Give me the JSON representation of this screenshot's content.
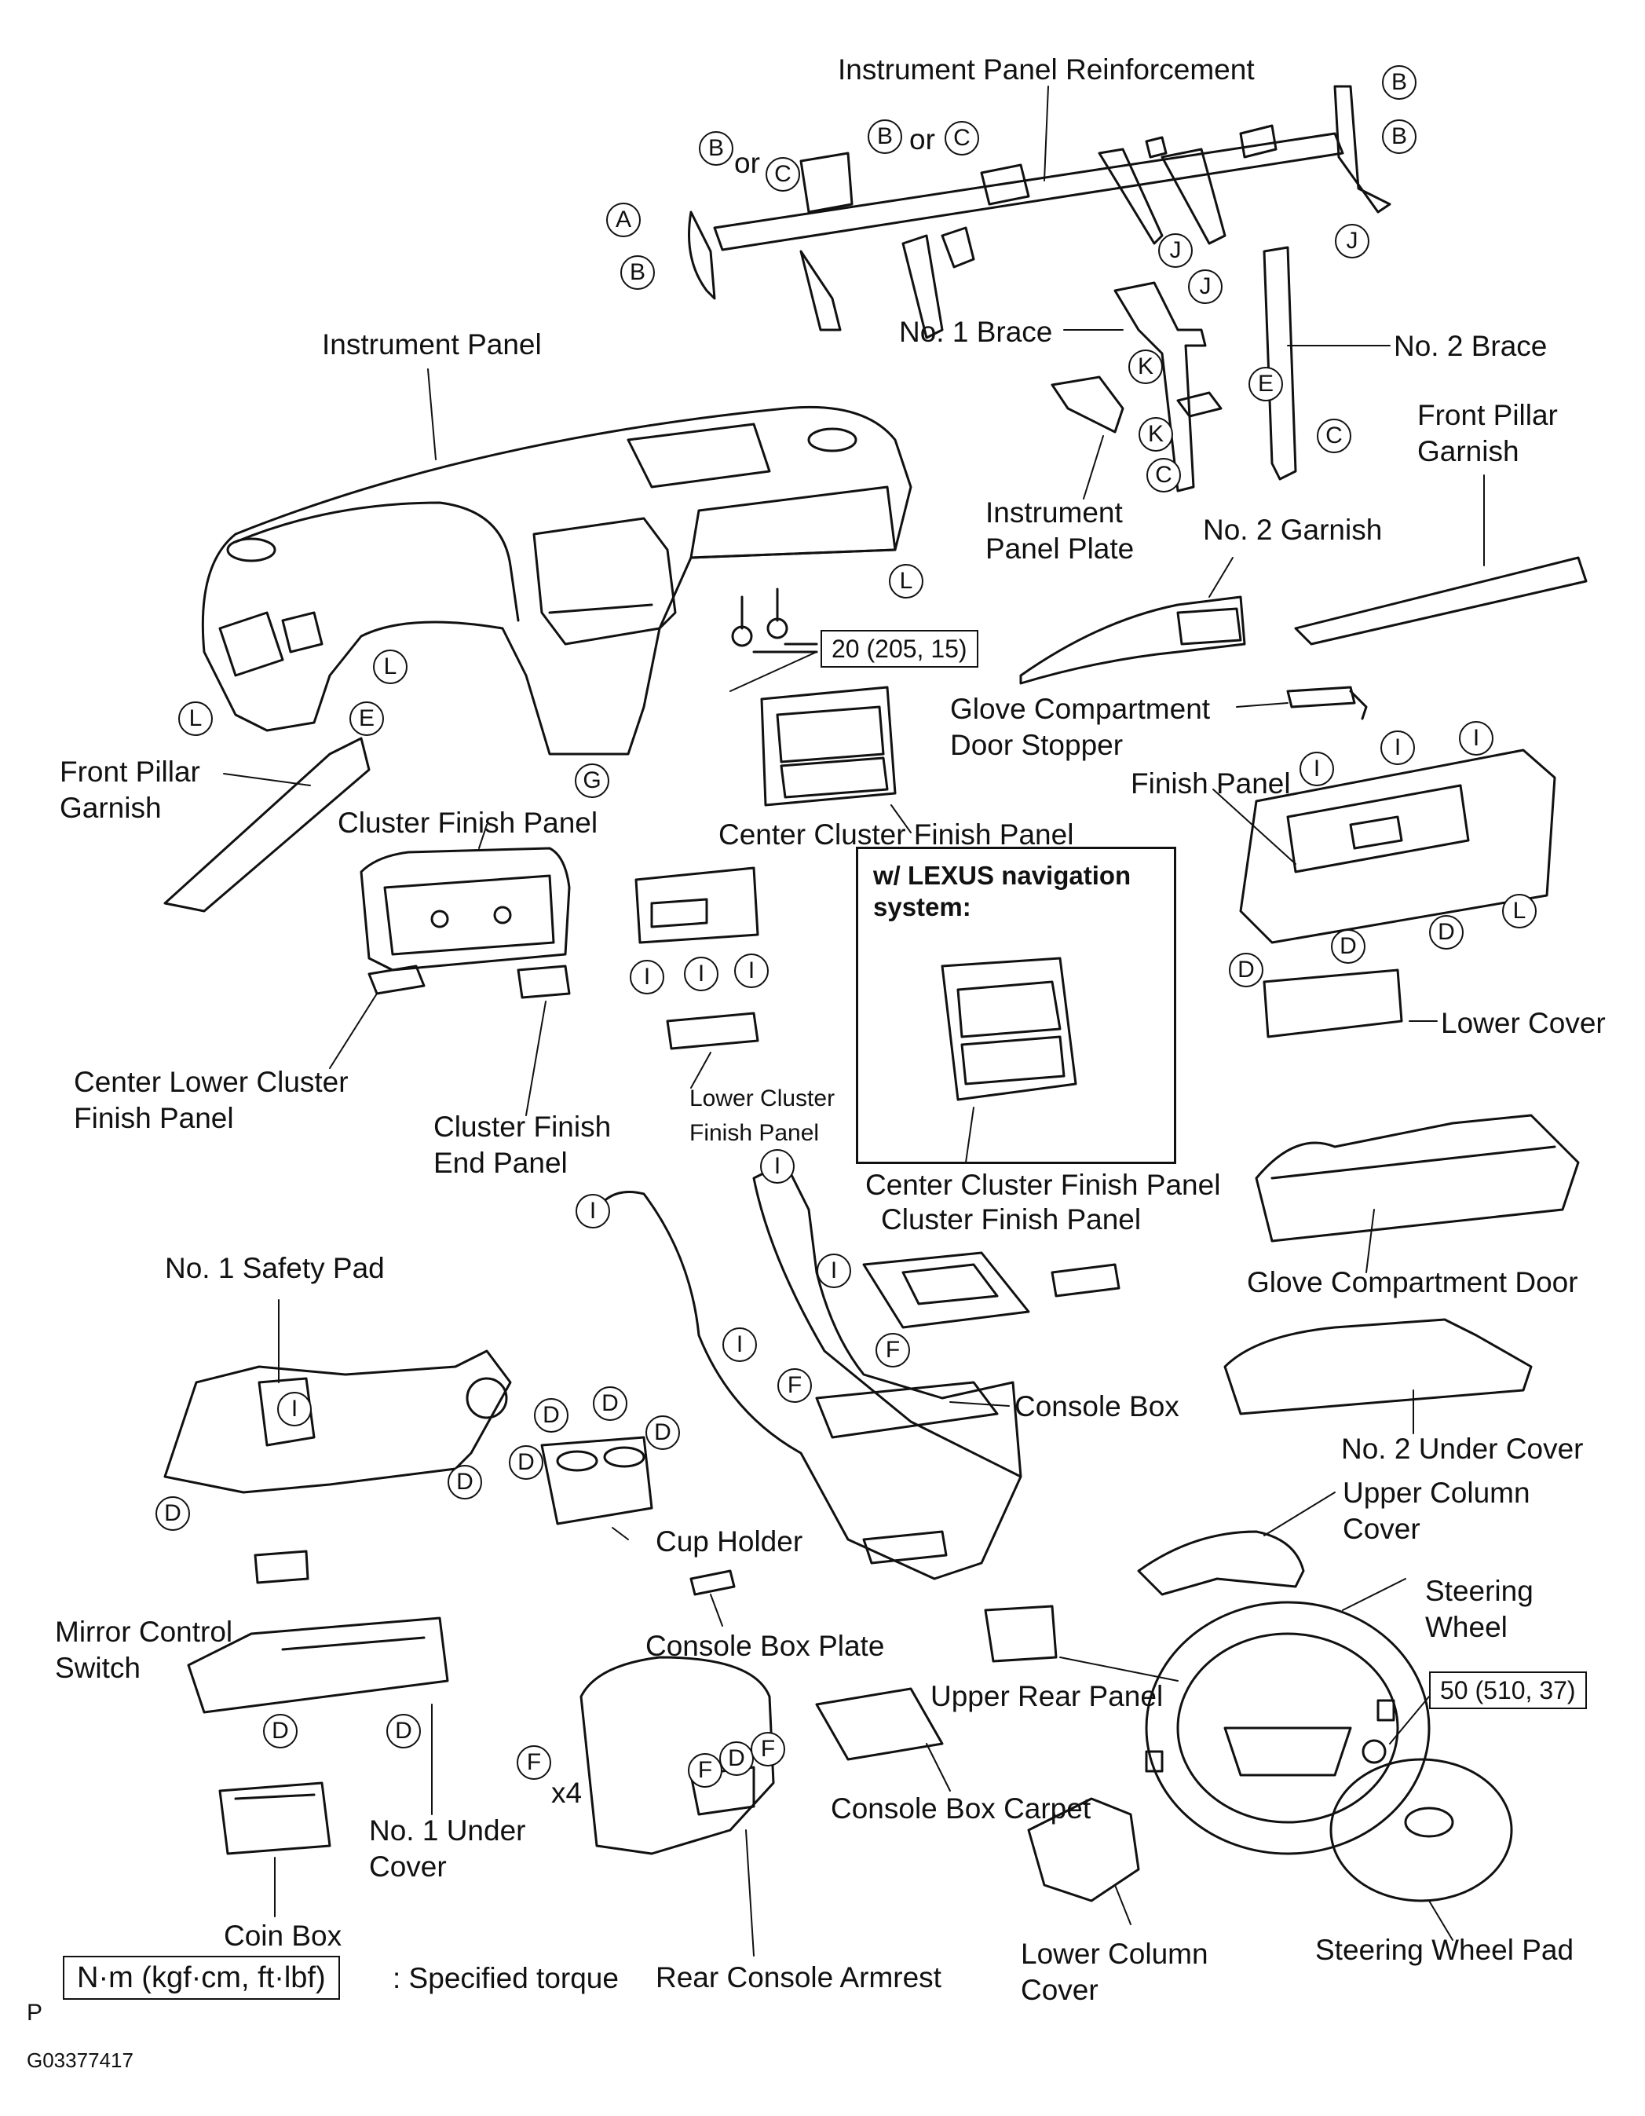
{
  "labels": {
    "ip_reinforcement": "Instrument Panel Reinforcement",
    "no1_brace": "No. 1 Brace",
    "no2_brace": "No. 2 Brace",
    "instrument_panel": "Instrument Panel",
    "front_pillar_garnish_r": "Front Pillar Garnish",
    "instrument_panel_plate": "Instrument Panel Plate",
    "no2_garnish": "No. 2 Garnish",
    "glove_door_stopper": "Glove Compartment Door Stopper",
    "finish_panel": "Finish Panel",
    "front_pillar_garnish_l": "Front Pillar Garnish",
    "cluster_finish_panel_top": "Cluster Finish Panel",
    "center_cluster_finish_panel": "Center Cluster Finish Panel",
    "nav_title": "w/ LEXUS navigation system:",
    "nav_center_cluster": "Center Cluster Finish Panel",
    "center_lower_cluster": "Center Lower Cluster Finish Panel",
    "cluster_finish_end": "Cluster Finish End Panel",
    "lower_cluster_finish": "Lower Cluster Finish Panel",
    "lower_cover": "Lower Cover",
    "cluster_finish_panel_mid": "Cluster Finish Panel",
    "glove_compartment_door": "Glove Compartment Door",
    "no1_safety_pad": "No. 1 Safety Pad",
    "console_box": "Console Box",
    "no2_under_cover": "No. 2 Under Cover",
    "upper_column_cover": "Upper Column Cover",
    "cup_holder": "Cup Holder",
    "steering_wheel": "Steering Wheel",
    "mirror_control_switch": "Mirror Control Switch",
    "console_box_plate": "Console Box Plate",
    "upper_rear_panel": "Upper Rear Panel",
    "no1_under_cover": "No. 1 Under Cover",
    "console_box_carpet": "Console Box Carpet",
    "coin_box": "Coin Box",
    "rear_console_armrest": "Rear Console Armrest",
    "lower_column_cover": "Lower Column Cover",
    "steering_wheel_pad": "Steering Wheel Pad",
    "x4": "x4",
    "or1": "or",
    "or2": "or"
  },
  "torques": {
    "t1": "20 (205, 15)",
    "t2": "50 (510, 37)"
  },
  "legend": {
    "box": "N·m (kgf·cm, ft·lbf)",
    "text": ": Specified torque"
  },
  "footer": {
    "p": "P",
    "code": "G03377417"
  },
  "callouts": {
    "A": "A",
    "B": "B",
    "C": "C",
    "D": "D",
    "E": "E",
    "F": "F",
    "G": "G",
    "I": "I",
    "J": "J",
    "K": "K",
    "L": "L"
  }
}
